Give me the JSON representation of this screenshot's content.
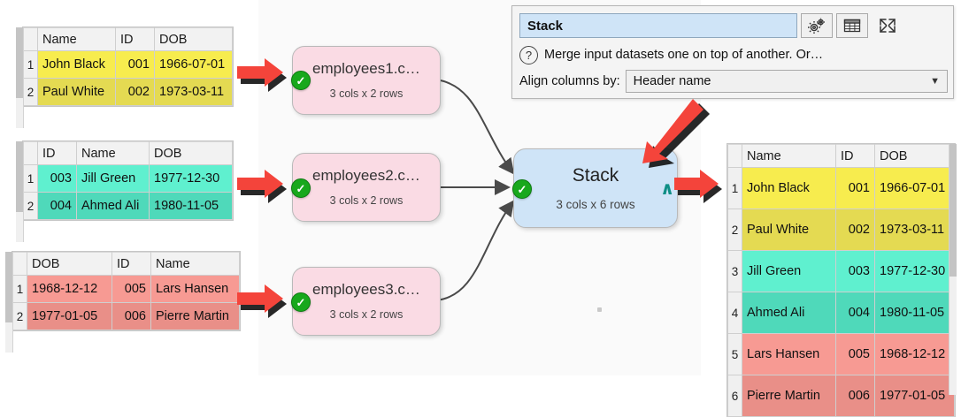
{
  "app": {
    "canvas_background": "#fafafa",
    "accent_blue": "#cfe4f7",
    "node_pink": "#fadbe4",
    "arrow_red": "#f4443b",
    "tick_green": "#18a81c"
  },
  "input_tables": [
    {
      "name": "employees1-table",
      "color": "yellow",
      "columns": [
        "Name",
        "ID",
        "DOB"
      ],
      "align": [
        "txt",
        "num",
        "txt"
      ],
      "rows": [
        {
          "n": "1",
          "cells": [
            "John Black",
            "001",
            "1966-07-01"
          ]
        },
        {
          "n": "2",
          "cells": [
            "Paul White",
            "002",
            "1973-03-11"
          ]
        }
      ]
    },
    {
      "name": "employees2-table",
      "color": "teal",
      "columns": [
        "ID",
        "Name",
        "DOB"
      ],
      "align": [
        "num",
        "txt",
        "txt"
      ],
      "rows": [
        {
          "n": "1",
          "cells": [
            "003",
            "Jill Green",
            "1977-12-30"
          ]
        },
        {
          "n": "2",
          "cells": [
            "004",
            "Ahmed Ali",
            "1980-11-05"
          ]
        }
      ]
    },
    {
      "name": "employees3-table",
      "color": "red",
      "columns": [
        "DOB",
        "ID",
        "Name"
      ],
      "align": [
        "txt",
        "num",
        "txt"
      ],
      "rows": [
        {
          "n": "1",
          "cells": [
            "1968-12-12",
            "005",
            "Lars Hansen"
          ]
        },
        {
          "n": "2",
          "cells": [
            "1977-01-05",
            "006",
            "Pierre Martin"
          ]
        }
      ]
    }
  ],
  "output_table": {
    "name": "stack-result-table",
    "columns": [
      "Name",
      "ID",
      "DOB"
    ],
    "align": [
      "txt",
      "num",
      "txt"
    ],
    "rows": [
      {
        "n": "1",
        "color": "yel-a",
        "cells": [
          "John Black",
          "001",
          "1966-07-01"
        ]
      },
      {
        "n": "2",
        "color": "yel-b",
        "cells": [
          "Paul White",
          "002",
          "1973-03-11"
        ]
      },
      {
        "n": "3",
        "color": "tea-a",
        "cells": [
          "Jill Green",
          "003",
          "1977-12-30"
        ]
      },
      {
        "n": "4",
        "color": "tea-b",
        "cells": [
          "Ahmed Ali",
          "004",
          "1980-11-05"
        ]
      },
      {
        "n": "5",
        "color": "red-a",
        "cells": [
          "Lars Hansen",
          "005",
          "1968-12-12"
        ]
      },
      {
        "n": "6",
        "color": "red-b",
        "cells": [
          "Pierre Martin",
          "006",
          "1977-01-05"
        ]
      }
    ]
  },
  "nodes": [
    {
      "id": "node1",
      "title": "employees1.c…",
      "sub": "3 cols x 2 rows",
      "status": "✓"
    },
    {
      "id": "node2",
      "title": "employees2.c…",
      "sub": "3 cols x 2 rows",
      "status": "✓"
    },
    {
      "id": "node3",
      "title": "employees3.c…",
      "sub": "3 cols x 2 rows",
      "status": "✓"
    },
    {
      "id": "stack",
      "title": "Stack",
      "sub": "3 cols x 6 rows",
      "status": "✓",
      "out_marker": "∧"
    }
  ],
  "panel": {
    "name_value": "Stack",
    "description": "Merge input datasets one on top of another. Or…",
    "help_glyph": "?",
    "align_label": "Align columns by:",
    "align_value": "Header name",
    "dropdown_glyph": "▼",
    "buttons": {
      "gear": "gear-icon",
      "table": "table-icon",
      "expand": "expand-icon"
    }
  }
}
